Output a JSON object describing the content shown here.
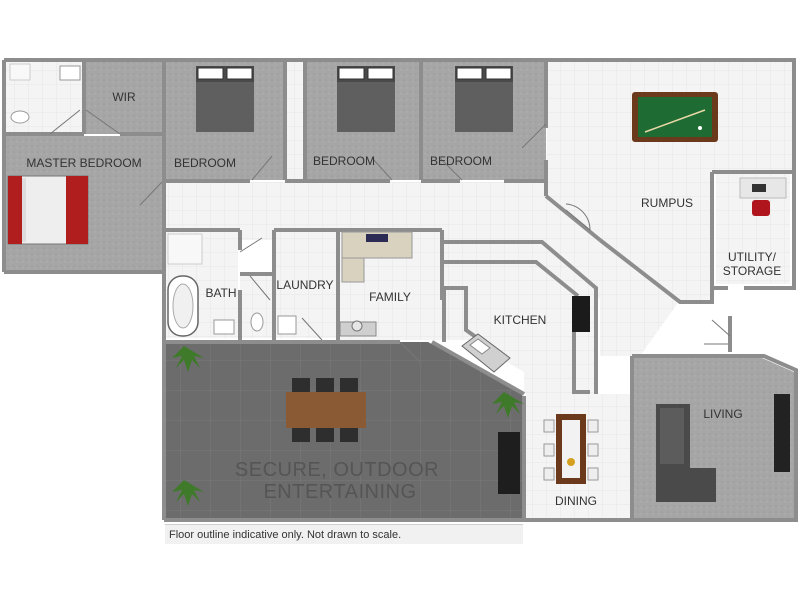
{
  "rooms": {
    "wir": "WIR",
    "master_bedroom": "MASTER BEDROOM",
    "bedroom_1": "BEDROOM",
    "bedroom_2": "BEDROOM",
    "bedroom_3": "BEDROOM",
    "rumpus": "RUMPUS",
    "utility_line1": "UTILITY/",
    "utility_line2": "STORAGE",
    "bath": "BATH",
    "laundry": "LAUNDRY",
    "family": "FAMILY",
    "kitchen": "KITCHEN",
    "living": "LIVING",
    "dining": "DINING",
    "outdoor_line1": "SECURE, OUTDOOR",
    "outdoor_line2": "ENTERTAINING"
  },
  "note": "Floor outline indicative only. Not drawn to scale.",
  "colors": {
    "wall": "#8d8d8d",
    "carpet": "#a9a9a9",
    "tile": "#f3f3f3",
    "deck": "#6b6b6b",
    "bed_red": "#b01e1e",
    "pool_green": "#1f6b34",
    "wood": "#7a4a25",
    "plant": "#3f7a2a"
  },
  "icons": [
    "bed-icon",
    "pool-table-icon",
    "sofa-icon",
    "dining-table-icon",
    "plant-icon",
    "bathtub-icon",
    "toilet-icon",
    "basin-icon",
    "stove-icon",
    "sink-icon",
    "bbq-icon",
    "tv-icon",
    "desk-icon",
    "chair-icon"
  ]
}
